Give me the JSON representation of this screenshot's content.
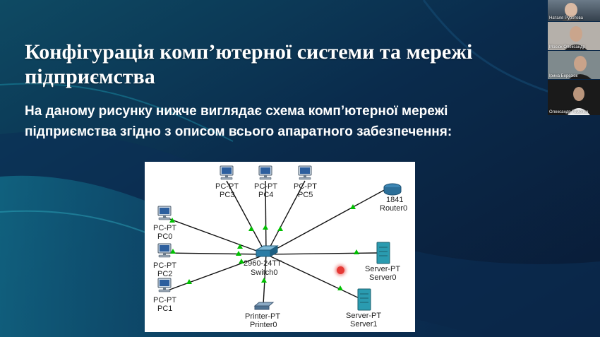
{
  "slide": {
    "title_lines": [
      "Конфігурація комп’ютерної системи та мережі",
      "підприємства"
    ],
    "subtitle_lines": [
      "На даному рисунку нижче виглядає схема комп’ютерної мережі",
      "підприємства згідно з описом всього апаратного забезпечення:"
    ]
  },
  "diagram": {
    "switch": {
      "type": "2960-24TT",
      "name": "Switch0"
    },
    "nodes": [
      {
        "type": "PC-PT",
        "name": "PC3"
      },
      {
        "type": "PC-PT",
        "name": "PC4"
      },
      {
        "type": "PC-PT",
        "name": "PC5"
      },
      {
        "type": "1841",
        "name": "Router0"
      },
      {
        "type": "PC-PT",
        "name": "PC0"
      },
      {
        "type": "PC-PT",
        "name": "PC2"
      },
      {
        "type": "PC-PT",
        "name": "PC1"
      },
      {
        "type": "Server-PT",
        "name": "Server0"
      },
      {
        "type": "Server-PT",
        "name": "Server1"
      },
      {
        "type": "Printer-PT",
        "name": "Printer0"
      }
    ]
  },
  "participants": [
    {
      "name": "Наталя Руротова"
    },
    {
      "name": "Мосюк Олександр"
    },
    {
      "name": "Ірина Березюк"
    },
    {
      "name": "Олександр Гоменко"
    }
  ],
  "colors": {
    "link_up": "#00c000",
    "background": "#0a1f3a",
    "pointer": "#e53935"
  }
}
